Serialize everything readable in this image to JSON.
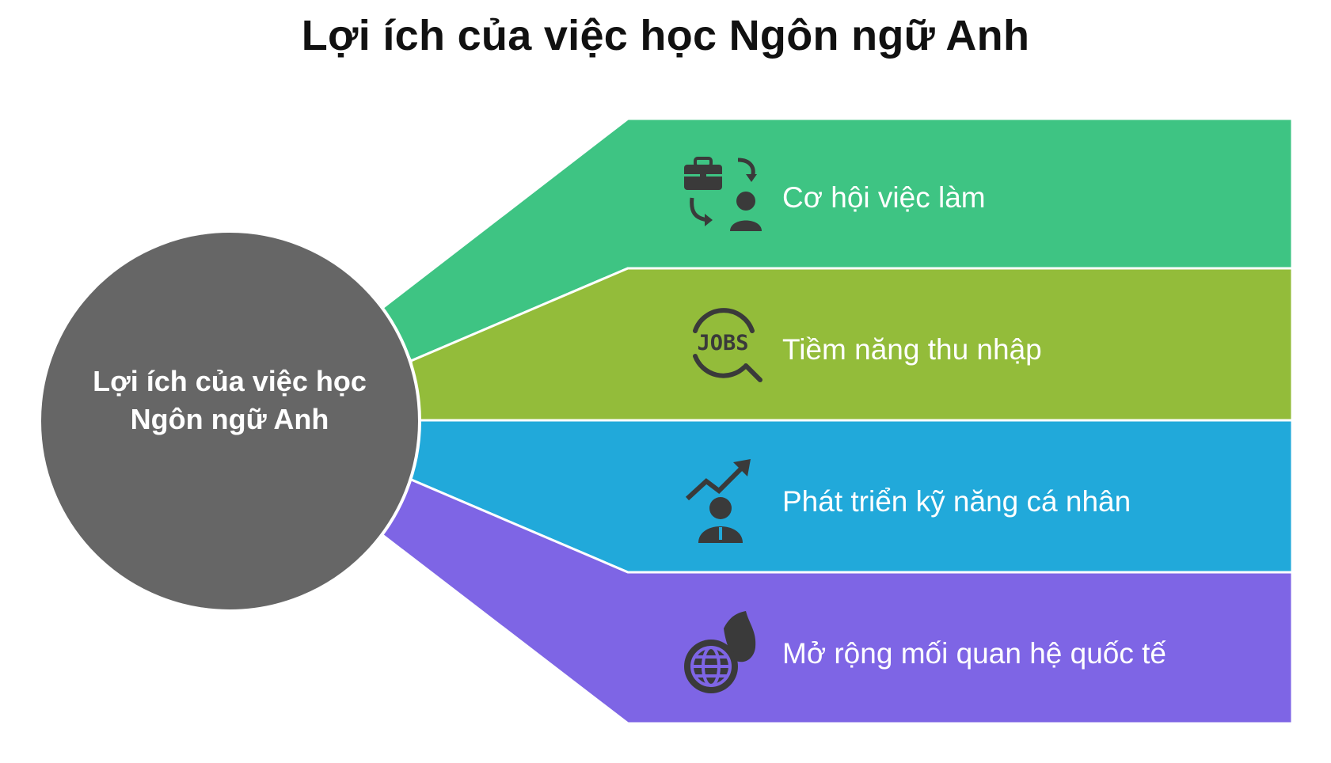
{
  "title": "Lợi ích của việc học Ngôn ngữ Anh",
  "center": {
    "label": "Lợi ích của việc học Ngôn ngữ Anh",
    "color": "#666666"
  },
  "branches": [
    {
      "label": "Cơ hội việc làm",
      "color": "#3EC483",
      "icon": "briefcase-person-exchange-icon"
    },
    {
      "label": "Tiềm năng thu nhập",
      "color": "#93BC3A",
      "icon": "jobs-search-icon"
    },
    {
      "label": "Phát triển kỹ năng cá nhân",
      "color": "#21A9DA",
      "icon": "person-growth-arrow-icon"
    },
    {
      "label": "Mở rộng mối quan hệ quốc tế",
      "color": "#7E65E5",
      "icon": "globe-handshake-icon"
    }
  ],
  "icon_color": "#3a3a3a"
}
